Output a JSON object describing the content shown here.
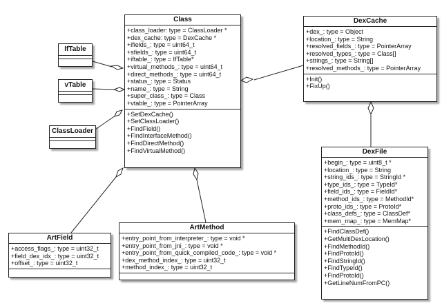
{
  "classes": {
    "class": {
      "name": "Class",
      "attributes": [
        "+class_loader: type = ClassLoader *",
        "+dex_cache: type = DexCache *",
        "+ifields_: type = uint64_t",
        "+sfields_: type = uint64_t",
        "+iftable_: type = IfTable*",
        "+virtual_methods_: type = uint64_t",
        "+direct_methods_: type = uint64_t",
        "+status_: type = Status",
        "+name_: type = String",
        "+super_class_: type = Class",
        "+vtable_: type = PointerArray"
      ],
      "methods": [
        "+SetDexCache()",
        "+SetClassLoader()",
        "+FindField()",
        "+FindInterfaceMethod()",
        "+FindDirectMethod()",
        "+FindVirtualMethod()"
      ]
    },
    "dexcache": {
      "name": "DexCache",
      "attributes": [
        "+dex_: type = Object",
        "+location_: type = String",
        "+resolved_fields_: type = PointerArray",
        "+resolved_types_: type = Class[]",
        "+strings_: type = String[]",
        "+resolved_methods_: type = PointerArray"
      ],
      "methods": [
        "+Init()",
        "+FixUp()"
      ]
    },
    "dexfile": {
      "name": "DexFile",
      "attributes": [
        "+begin_: type = uint8_t *",
        "+location_: type = String",
        "+string_ids_: type = StringId *",
        "+type_ids_: type = TypeId*",
        "+field_ids_: type = FieldId*",
        "+method_ids_: type = MethodId*",
        "+proto_ids_: type = ProtoId*",
        "+class_defs_: type = ClassDef*",
        "+mem_map_: type = MemMap*"
      ],
      "methods": [
        "+FindClassDef()",
        "+GetMultiDexLocation()",
        "+FindMethodId()",
        "+FindProtoId()",
        "+FindStringId()",
        "+FindTypeId()",
        "+FindProtoId()",
        "+GetLineNumFromPC()"
      ]
    },
    "artfield": {
      "name": "ArtField",
      "attributes": [
        "+access_flags_: type = uint32_t",
        "+field_dex_idx_: type = uint32_t",
        "+offset_: type = uint32_t"
      ]
    },
    "artmethod": {
      "name": "ArtMethod",
      "attributes": [
        "+entry_point_from_interpreter_: type = void *",
        "+entry_point_from_jni_: type = void *",
        "+entry_point_from_quick_compiled_code_: type = void *",
        "+dex_method_index_: type = uint32_t",
        "+method_index_: type = uint32_t"
      ]
    },
    "iftable": {
      "name": "IfTable"
    },
    "vtable": {
      "name": "vTable"
    },
    "classloader": {
      "name": "ClassLoader"
    }
  }
}
